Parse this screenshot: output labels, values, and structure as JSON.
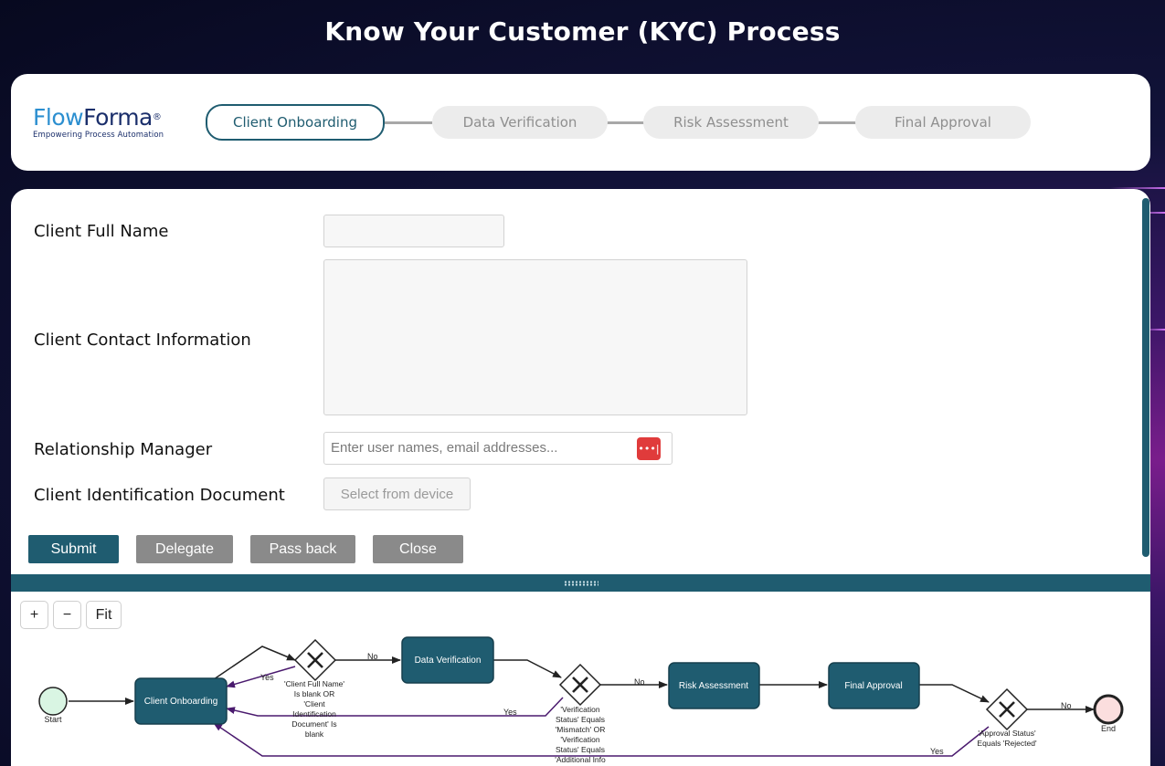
{
  "page": {
    "title": "Know Your Customer (KYC) Process"
  },
  "logo": {
    "flow": "Flow",
    "forma": "Forma",
    "reg": "®",
    "tagline": "Empowering Process Automation"
  },
  "stepper": {
    "steps": [
      {
        "label": "Client Onboarding",
        "state": "active"
      },
      {
        "label": "Data Verification",
        "state": "inactive"
      },
      {
        "label": "Risk Assessment",
        "state": "inactive"
      },
      {
        "label": "Final Approval",
        "state": "inactive"
      }
    ]
  },
  "form": {
    "fields": [
      {
        "label": "Client Full Name",
        "value": ""
      },
      {
        "label": "Client Contact Information",
        "value": ""
      },
      {
        "label": "Relationship Manager",
        "placeholder": "Enter user names, email addresses...",
        "icon": "people-picker-icon"
      },
      {
        "label": "Client Identification Document",
        "button": "Select from device"
      }
    ],
    "buttons": {
      "submit": "Submit",
      "delegate": "Delegate",
      "pass_back": "Pass back",
      "close": "Close"
    }
  },
  "diagram": {
    "zoom": {
      "in": "+",
      "out": "−",
      "fit": "Fit"
    },
    "nodes": {
      "start": "Start",
      "end": "End",
      "client_onboarding": "Client Onboarding",
      "data_verification": "Data Verification",
      "risk_assessment": "Risk Assessment",
      "final_approval": "Final Approval"
    },
    "gateways": {
      "g1": [
        "'Client Full Name'",
        "Is blank OR",
        "'Client",
        "Identification",
        "Document' Is",
        "blank"
      ],
      "g2": [
        "'Verification",
        "Status' Equals",
        "'Mismatch' OR",
        "'Verification",
        "Status' Equals",
        "'Additional Info"
      ],
      "g3": [
        "'Approval Status'",
        "Equals 'Rejected'"
      ]
    },
    "edge_labels": {
      "yes": "Yes",
      "no": "No"
    },
    "colors": {
      "task": "#1f5c70",
      "return_flow": "#4a1a6e",
      "start_fill": "#d9f5e3",
      "end_fill": "#fbdede"
    }
  }
}
